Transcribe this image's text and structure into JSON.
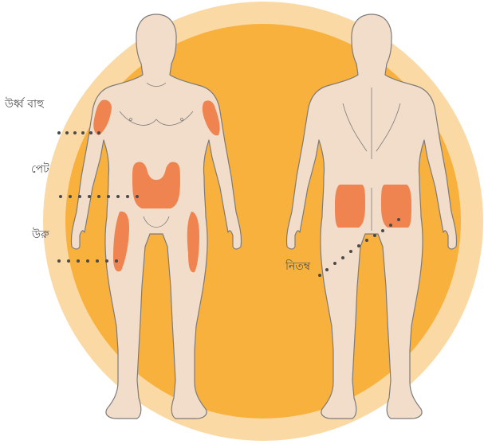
{
  "labels": {
    "upper_arm": "উর্ধ্ব বাহু",
    "abdomen": "পেট",
    "thigh": "উরু",
    "buttocks": "নিতম্ব"
  },
  "colors": {
    "outer_circle": "#fbd9a4",
    "inner_circle": "#f9b13e",
    "skin": "#f2ddca",
    "outline": "#7d7b7a",
    "injection_zone": "#ef8450",
    "leader_dots": "#4a4a4a",
    "label_text": "#555555"
  }
}
